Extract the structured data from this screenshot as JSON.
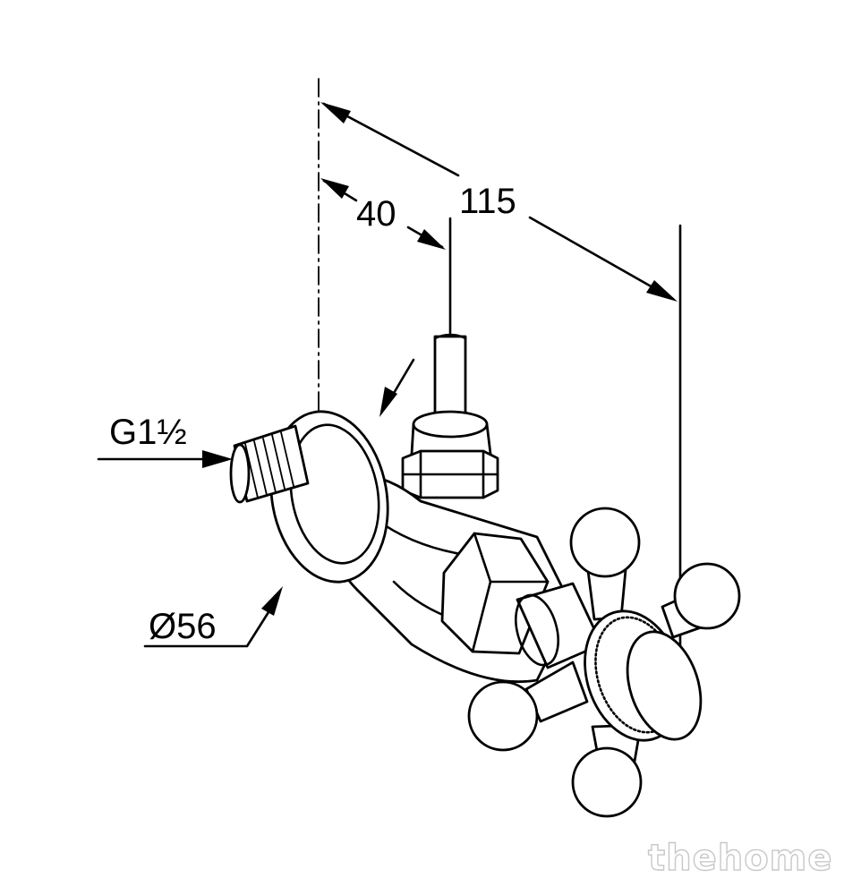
{
  "dimensions": {
    "overall_length": "115",
    "spindle_offset": "40",
    "thread": "G1½",
    "rosette_diameter": "Ø56"
  },
  "watermark": "thehome",
  "colors": {
    "line": "#000000",
    "background": "#ffffff",
    "watermark_outline": "#c8c8c8"
  }
}
